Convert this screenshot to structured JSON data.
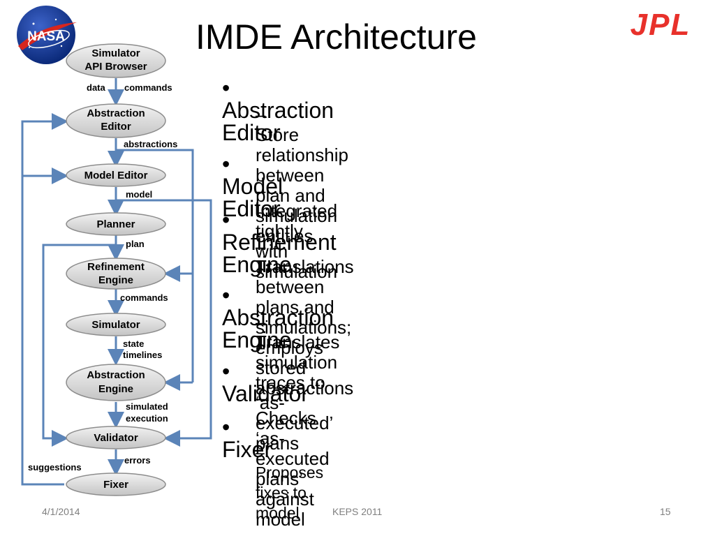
{
  "slide": {
    "title": "IMDE Architecture",
    "footer": {
      "date": "4/1/2014",
      "event": "KEPS 2011",
      "page": "15"
    },
    "logos": {
      "left": "NASA",
      "right": "JPL"
    }
  },
  "diagram": {
    "nodes": {
      "api_browser": [
        "Simulator",
        "API Browser"
      ],
      "abstraction_editor": [
        "Abstraction",
        "Editor"
      ],
      "model_editor": [
        "Model Editor"
      ],
      "planner": [
        "Planner"
      ],
      "refinement_engine": [
        "Refinement",
        "Engine"
      ],
      "simulator": [
        "Simulator"
      ],
      "abstraction_engine": [
        "Abstraction",
        "Engine"
      ],
      "validator": [
        "Validator"
      ],
      "fixer": [
        "Fixer"
      ]
    },
    "labels": {
      "data": "data",
      "commands_top": "commands",
      "abstractions": "abstractions",
      "model": "model",
      "plan": "plan",
      "commands": "commands",
      "state": "state",
      "timelines": "timelines",
      "simulated": "simulated",
      "execution": "execution",
      "errors": "errors",
      "suggestions": "suggestions"
    },
    "colors": {
      "arrow": "#5b84b8",
      "node_fill": "#d9d9d9",
      "node_stroke": "#8c8c8c"
    }
  },
  "bullets": [
    {
      "title": "Abstraction Editor",
      "sub": [
        "Store relationship between plan and",
        "simulation entities"
      ]
    },
    {
      "title": "Model Editor",
      "sub": [
        "Integrated tightly with simulation"
      ]
    },
    {
      "title": "Refinement Engine",
      "sub": [
        "Translations between plans and",
        "simulations; employs stored abstractions"
      ]
    },
    {
      "title": "Abstraction Engine",
      "sub": [
        "Translates simulation traces to ‘as-",
        "executed’ plans"
      ]
    },
    {
      "title": "Validator",
      "sub": [
        "Checks ‘as-executed plans’ against model"
      ]
    },
    {
      "title": "Fixer",
      "sub": [
        "Proposes fixes to model"
      ]
    }
  ]
}
